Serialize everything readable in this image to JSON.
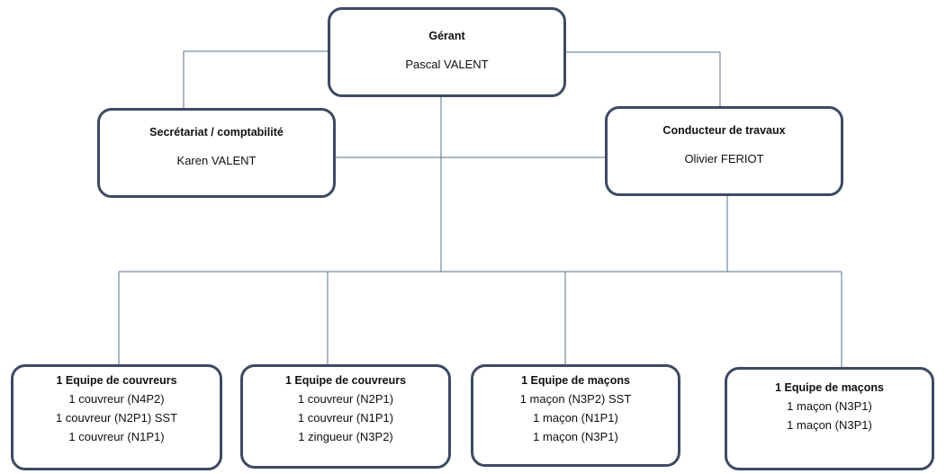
{
  "colors": {
    "box_border": "#3d4a63",
    "connector": "#5b7088"
  },
  "manager": {
    "title": "Gérant",
    "name": "Pascal VALENT"
  },
  "secretariat": {
    "title": "Secrétariat / comptabilité",
    "name": "Karen VALENT"
  },
  "site_manager": {
    "title": "Conducteur de travaux",
    "name": "Olivier FERIOT"
  },
  "teams": [
    {
      "title": "1 Equipe de couvreurs",
      "members": [
        "1 couvreur (N4P2)",
        "1 couvreur (N2P1) SST",
        "1 couvreur (N1P1)"
      ]
    },
    {
      "title": "1 Equipe de couvreurs",
      "members": [
        "1 couvreur (N2P1)",
        "1 couvreur (N1P1)",
        "1 zingueur (N3P2)"
      ]
    },
    {
      "title": "1 Equipe de maçons",
      "members": [
        "1 maçon (N3P2) SST",
        "1 maçon (N1P1)",
        "1 maçon (N3P1)"
      ]
    },
    {
      "title": "1 Equipe de maçons",
      "members": [
        "1 maçon (N3P1)",
        "1 maçon (N3P1)"
      ]
    }
  ]
}
